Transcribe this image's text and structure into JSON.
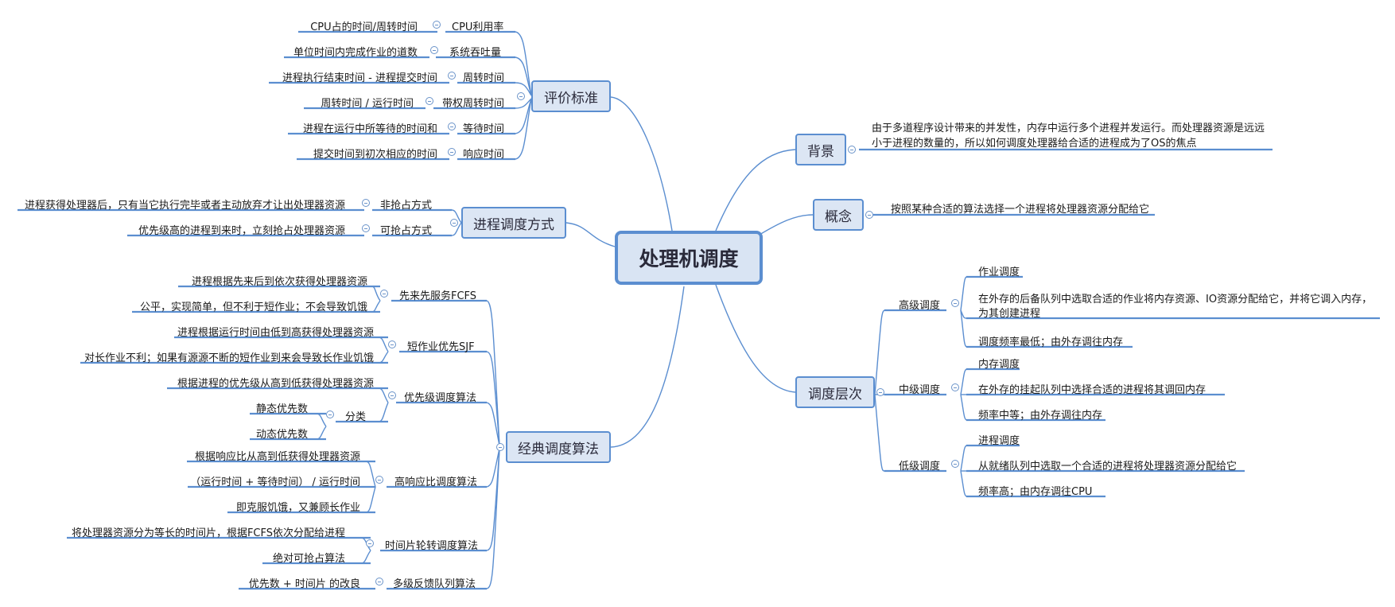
{
  "root": "处理机调度",
  "eval": {
    "label": "评价标准",
    "items": [
      {
        "name": "CPU利用率",
        "detail": "CPU占的时间/周转时间"
      },
      {
        "name": "系统吞吐量",
        "detail": "单位时间内完成作业的道数"
      },
      {
        "name": "周转时间",
        "detail": "进程执行结束时间 - 进程提交时间"
      },
      {
        "name": "带权周转时间",
        "detail": "周转时间 /  运行时间"
      },
      {
        "name": "等待时间",
        "detail": "进程在运行中所等待的时间和"
      },
      {
        "name": "响应时间",
        "detail": "提交时间到初次相应的时间"
      }
    ]
  },
  "mode": {
    "label": "进程调度方式",
    "items": [
      {
        "name": "非抢占方式",
        "detail": "进程获得处理器后，只有当它执行完毕或者主动放弃才让出处理器资源"
      },
      {
        "name": "可抢占方式",
        "detail": "优先级高的进程到来时，立刻抢占处理器资源"
      }
    ]
  },
  "algo": {
    "label": "经典调度算法",
    "fcfs": {
      "name": "先来先服务FCFS",
      "d1": "进程根据先来后到依次获得处理器资源",
      "d2": "公平，实现简单，但不利于短作业；不会导致饥饿"
    },
    "sjf": {
      "name": "短作业优先SJF",
      "d1": "进程根据运行时间由低到高获得处理器资源",
      "d2": "对长作业不利；如果有源源不断的短作业到来会导致长作业饥饿"
    },
    "prio": {
      "name": "优先级调度算法",
      "d1": "根据进程的优先级从高到低获得处理器资源",
      "cls": "分类",
      "c1": "静态优先数",
      "c2": "动态优先数"
    },
    "hrrn": {
      "name": "高响应比调度算法",
      "d1": "根据响应比从高到低获得处理器资源",
      "d2": "（运行时间 + 等待时间） / 运行时间",
      "d3": "即克服饥饿，又兼顾长作业"
    },
    "rr": {
      "name": "时间片轮转调度算法",
      "d1": "将处理器资源分为等长的时间片，根据FCFS依次分配给进程",
      "d2": "绝对可抢占算法"
    },
    "mlfq": {
      "name": "多级反馈队列算法",
      "d1": "优先数 + 时间片 的改良"
    }
  },
  "bg": {
    "label": "背景",
    "line1": "由于多道程序设计带来的并发性，内存中运行多个进程并发运行。而处理器资源是远远",
    "line2": "小于进程的数量的，所以如何调度处理器给合适的进程成为了OS的焦点"
  },
  "concept": {
    "label": "概念",
    "detail": "按照某种合适的算法选择一个进程将处理器资源分配给它"
  },
  "level": {
    "label": "调度层次",
    "high": {
      "name": "高级调度",
      "d1": "作业调度",
      "d2a": "在外存的后备队列中选取合适的作业将内存资源、IO资源分配给它，并将它调入内存，",
      "d2b": "为其创建进程",
      "d3": "调度频率最低；由外存调往内存"
    },
    "mid": {
      "name": "中级调度",
      "d1": "内存调度",
      "d2": "在外存的挂起队列中选择合适的进程将其调回内存",
      "d3": "频率中等；由外存调往内存"
    },
    "low": {
      "name": "低级调度",
      "d1": "进程调度",
      "d2": "从就绪队列中选取一个合适的进程将处理器资源分配给它",
      "d3": "频率高；由内存调往CPU"
    }
  }
}
